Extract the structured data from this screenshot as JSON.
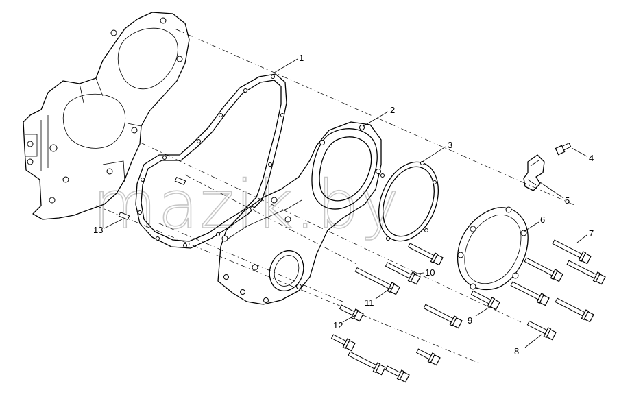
{
  "diagram": {
    "watermark": "mazik.by",
    "callouts": [
      {
        "id": "1",
        "label": "1"
      },
      {
        "id": "2",
        "label": "2"
      },
      {
        "id": "3",
        "label": "3"
      },
      {
        "id": "4",
        "label": "4"
      },
      {
        "id": "5",
        "label": "5"
      },
      {
        "id": "6",
        "label": "6"
      },
      {
        "id": "7",
        "label": "7"
      },
      {
        "id": "8",
        "label": "8"
      },
      {
        "id": "9",
        "label": "9"
      },
      {
        "id": "10",
        "label": "10"
      },
      {
        "id": "11",
        "label": "11"
      },
      {
        "id": "12",
        "label": "12"
      },
      {
        "id": "13",
        "label": "13"
      }
    ]
  }
}
